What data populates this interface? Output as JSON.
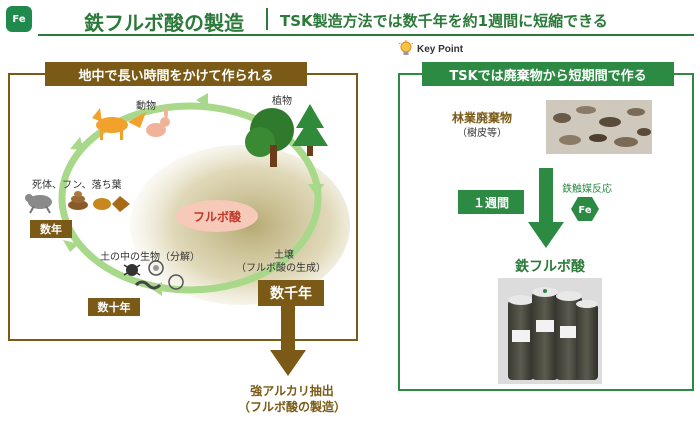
{
  "header": {
    "logo_text": "Fe",
    "title": "鉄フルボ酸の製造",
    "subtitle": "TSK製造方法では数千年を約1週間に短縮できる"
  },
  "left_panel": {
    "title": "地中で長い時間をかけて作られる",
    "labels": {
      "animals": "動物",
      "plants": "植物",
      "decay": "死体、フン、落ち葉",
      "soil_life": "土の中の生物（分解）",
      "soil": "土壌",
      "soil_sub": "（フルボ酸の生成）"
    },
    "center": "フルボ酸",
    "badges": {
      "years": "数年",
      "decades": "数十年",
      "millennia": "数千年"
    },
    "output": {
      "line1": "強アルカリ抽出",
      "line2": "（フルボ酸の製造）"
    }
  },
  "key_point": {
    "label": "Key Point"
  },
  "right_panel": {
    "title": "TSKでは廃棄物から短期間で作る",
    "raw": {
      "line1": "林業廃棄物",
      "line2": "（樹皮等）"
    },
    "duration": "１週間",
    "catalyst": "鉄触媒反応",
    "catalyst_icon": "Fe",
    "product": "鉄フルボ酸"
  },
  "colors": {
    "brown": "#7a5a16",
    "green": "#2c8a43",
    "title_green": "#2c7a3a",
    "cycle_green": "#a8d88a"
  }
}
